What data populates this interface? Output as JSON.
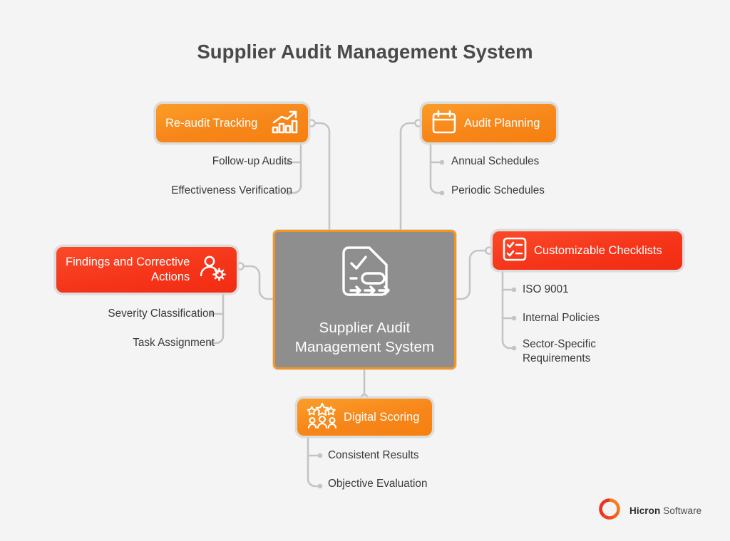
{
  "page": {
    "title": "Supplier Audit Management System",
    "background_color": "#f4f4f4"
  },
  "colors": {
    "orange": "#f7941e",
    "red": "#f4371b",
    "center_fill": "#8e8e8e",
    "center_border": "#f7941e",
    "connector": "#c4c4c4",
    "text": "#3a3a3a"
  },
  "center_node": {
    "label": "Supplier Audit\nManagement System",
    "icon": "document-check-arrows-icon"
  },
  "branches": [
    {
      "id": "reaudit",
      "label": "Re-audit Tracking",
      "color": "orange",
      "icon": "growth-bar-chart-icon",
      "items": [
        "Follow-up Audits",
        "Effectiveness Verification"
      ]
    },
    {
      "id": "planning",
      "label": "Audit Planning",
      "color": "orange",
      "icon": "calendar-icon",
      "items": [
        "Annual Schedules",
        "Periodic Schedules"
      ]
    },
    {
      "id": "findings",
      "label": "Findings and Corrective\nActions",
      "color": "red",
      "icon": "user-gear-icon",
      "items": [
        "Severity Classification",
        "Task Assignment"
      ]
    },
    {
      "id": "checklists",
      "label": "Customizable Checklists",
      "color": "red",
      "icon": "checklist-icon",
      "items": [
        "ISO 9001",
        "Internal Policies",
        "Sector-Specific\nRequirements"
      ]
    },
    {
      "id": "scoring",
      "label": "Digital Scoring",
      "color": "orange",
      "icon": "stars-rating-people-icon",
      "items": [
        "Consistent Results",
        "Objective Evaluation"
      ]
    }
  ],
  "logo": {
    "brand": "Hicron",
    "suffix": " Software",
    "mark": "hicron-ring-icon"
  }
}
